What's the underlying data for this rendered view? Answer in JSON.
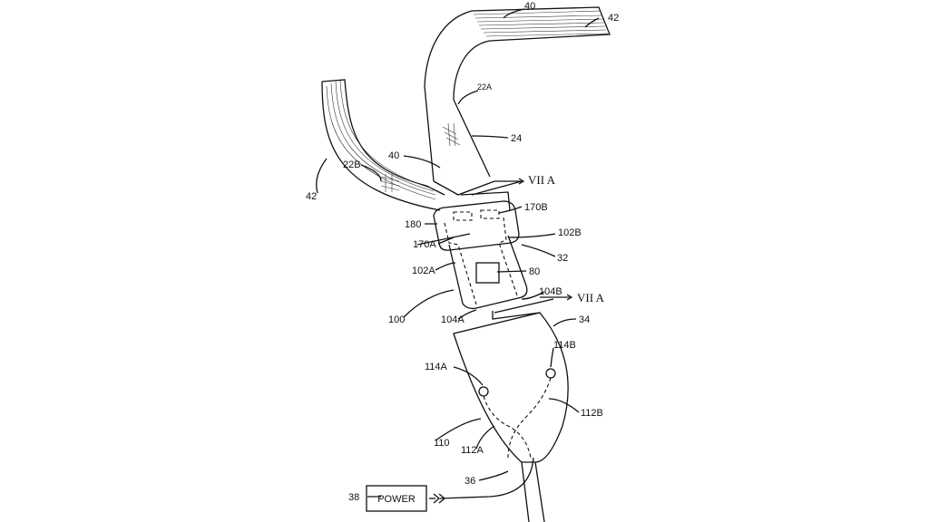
{
  "figure": {
    "labels": {
      "webbing_top": "40",
      "webbing_top_edge": "42",
      "strap_22a": "22A",
      "stitch_24": "24",
      "strap_22b": "22B",
      "webbing_left": "40",
      "webbing_left_edge": "42",
      "section_upper": "VII A",
      "sensor_170b": "170B",
      "housing_180": "180",
      "sensor_170a": "170A",
      "lead_102b": "102B",
      "tongue_32": "32",
      "lead_102a": "102A",
      "chip_80": "80",
      "contact_104b": "104B",
      "section_lower": "VII A",
      "assembly_100": "100",
      "contact_104a": "104A",
      "buckle_34": "34",
      "terminal_114b": "114B",
      "terminal_114a": "114A",
      "wire_112b": "112B",
      "circuit_110": "110",
      "wire_112a": "112A",
      "cable_36": "36",
      "power_38": "38"
    },
    "power_box_label": "POWER"
  }
}
